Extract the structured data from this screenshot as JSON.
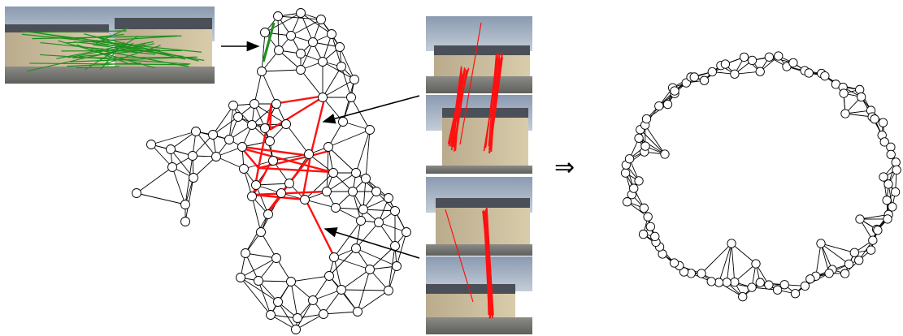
{
  "arrow_symbol": "⇒",
  "colors": {
    "good_match": "#1f8f1f",
    "bad_match": "#ff1010",
    "edge": "#000000",
    "node_fill": "#ffffff",
    "node_stroke": "#000000"
  },
  "icons": [
    "building-photo",
    "graph-node",
    "implies-arrow"
  ]
}
